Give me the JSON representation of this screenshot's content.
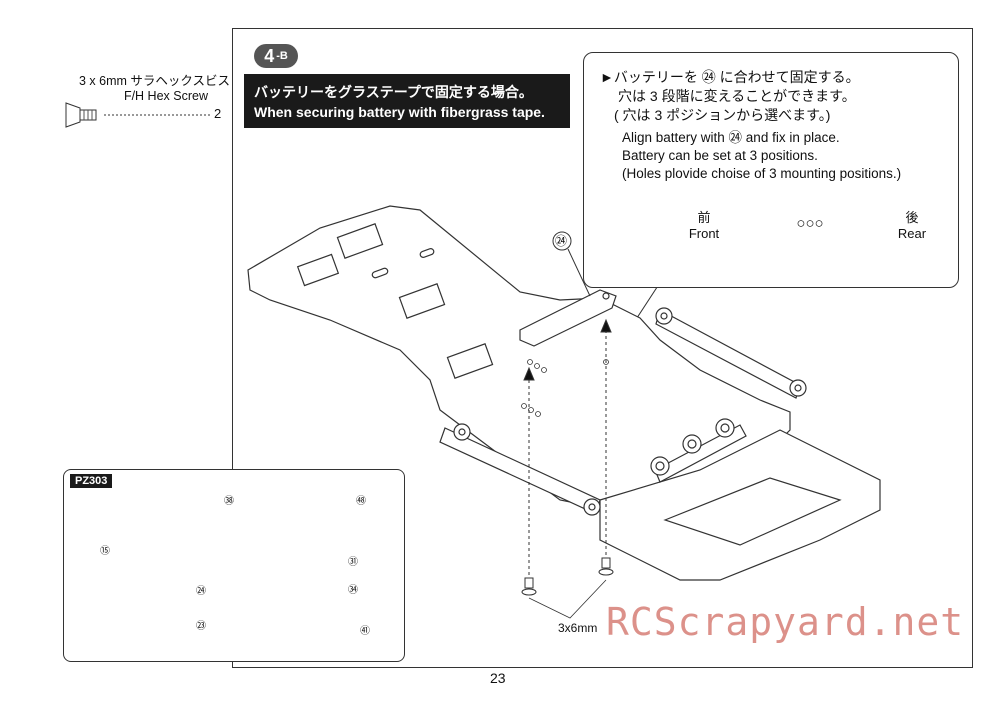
{
  "step": {
    "number": "4",
    "suffix": "-B"
  },
  "title": {
    "jp": "バッテリーをグラステープで固定する場合。",
    "en": "When securing battery with fibergrass tape."
  },
  "hardware": {
    "name_jp": "3 x 6mm サラヘックスビス",
    "name_en": "F/H Hex Screw",
    "qty": "2"
  },
  "note": {
    "jp_lines": [
      "►バッテリーを ㉔ に合わせて固定する。",
      "穴は 3 段階に変えることができます。",
      "( 穴は 3 ポジションから選べます。)"
    ],
    "en_lines": [
      "Align battery with ㉔ and fix in place.",
      "Battery can be set at 3 positions.",
      "(Holes plovide choise of 3 mounting positions.)"
    ],
    "front_jp": "前",
    "front_en": "Front",
    "rear_jp": "後",
    "rear_en": "Rear",
    "positions_symbol": "○○○"
  },
  "callout": {
    "part": "㉔",
    "screw_size": "3x6mm"
  },
  "parts_tree": {
    "code": "PZ303",
    "part_numbers": [
      "⑮",
      "㊳",
      "㊽",
      "㉛",
      "㉞",
      "㉔",
      "㉓",
      "㊶"
    ]
  },
  "page_number": "23",
  "watermark": "RCScrapyard.net"
}
